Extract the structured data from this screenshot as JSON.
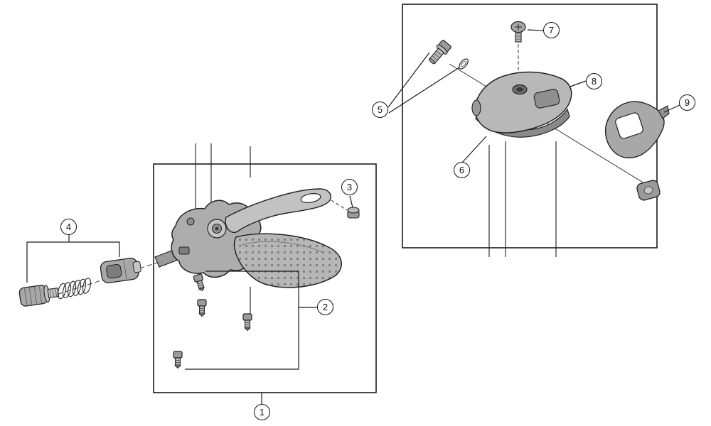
{
  "diagram": {
    "background_color": "#ffffff",
    "line_color": "#1a1a1a",
    "part_fill_light": "#c6c6c6",
    "part_fill_mid": "#a8a8a8",
    "part_fill_dark": "#6e6e6e",
    "callouts": [
      {
        "label": "1"
      },
      {
        "label": "2"
      },
      {
        "label": "3"
      },
      {
        "label": "4"
      },
      {
        "label": "5"
      },
      {
        "label": "6"
      },
      {
        "label": "7"
      },
      {
        "label": "8"
      },
      {
        "label": "9"
      }
    ]
  }
}
